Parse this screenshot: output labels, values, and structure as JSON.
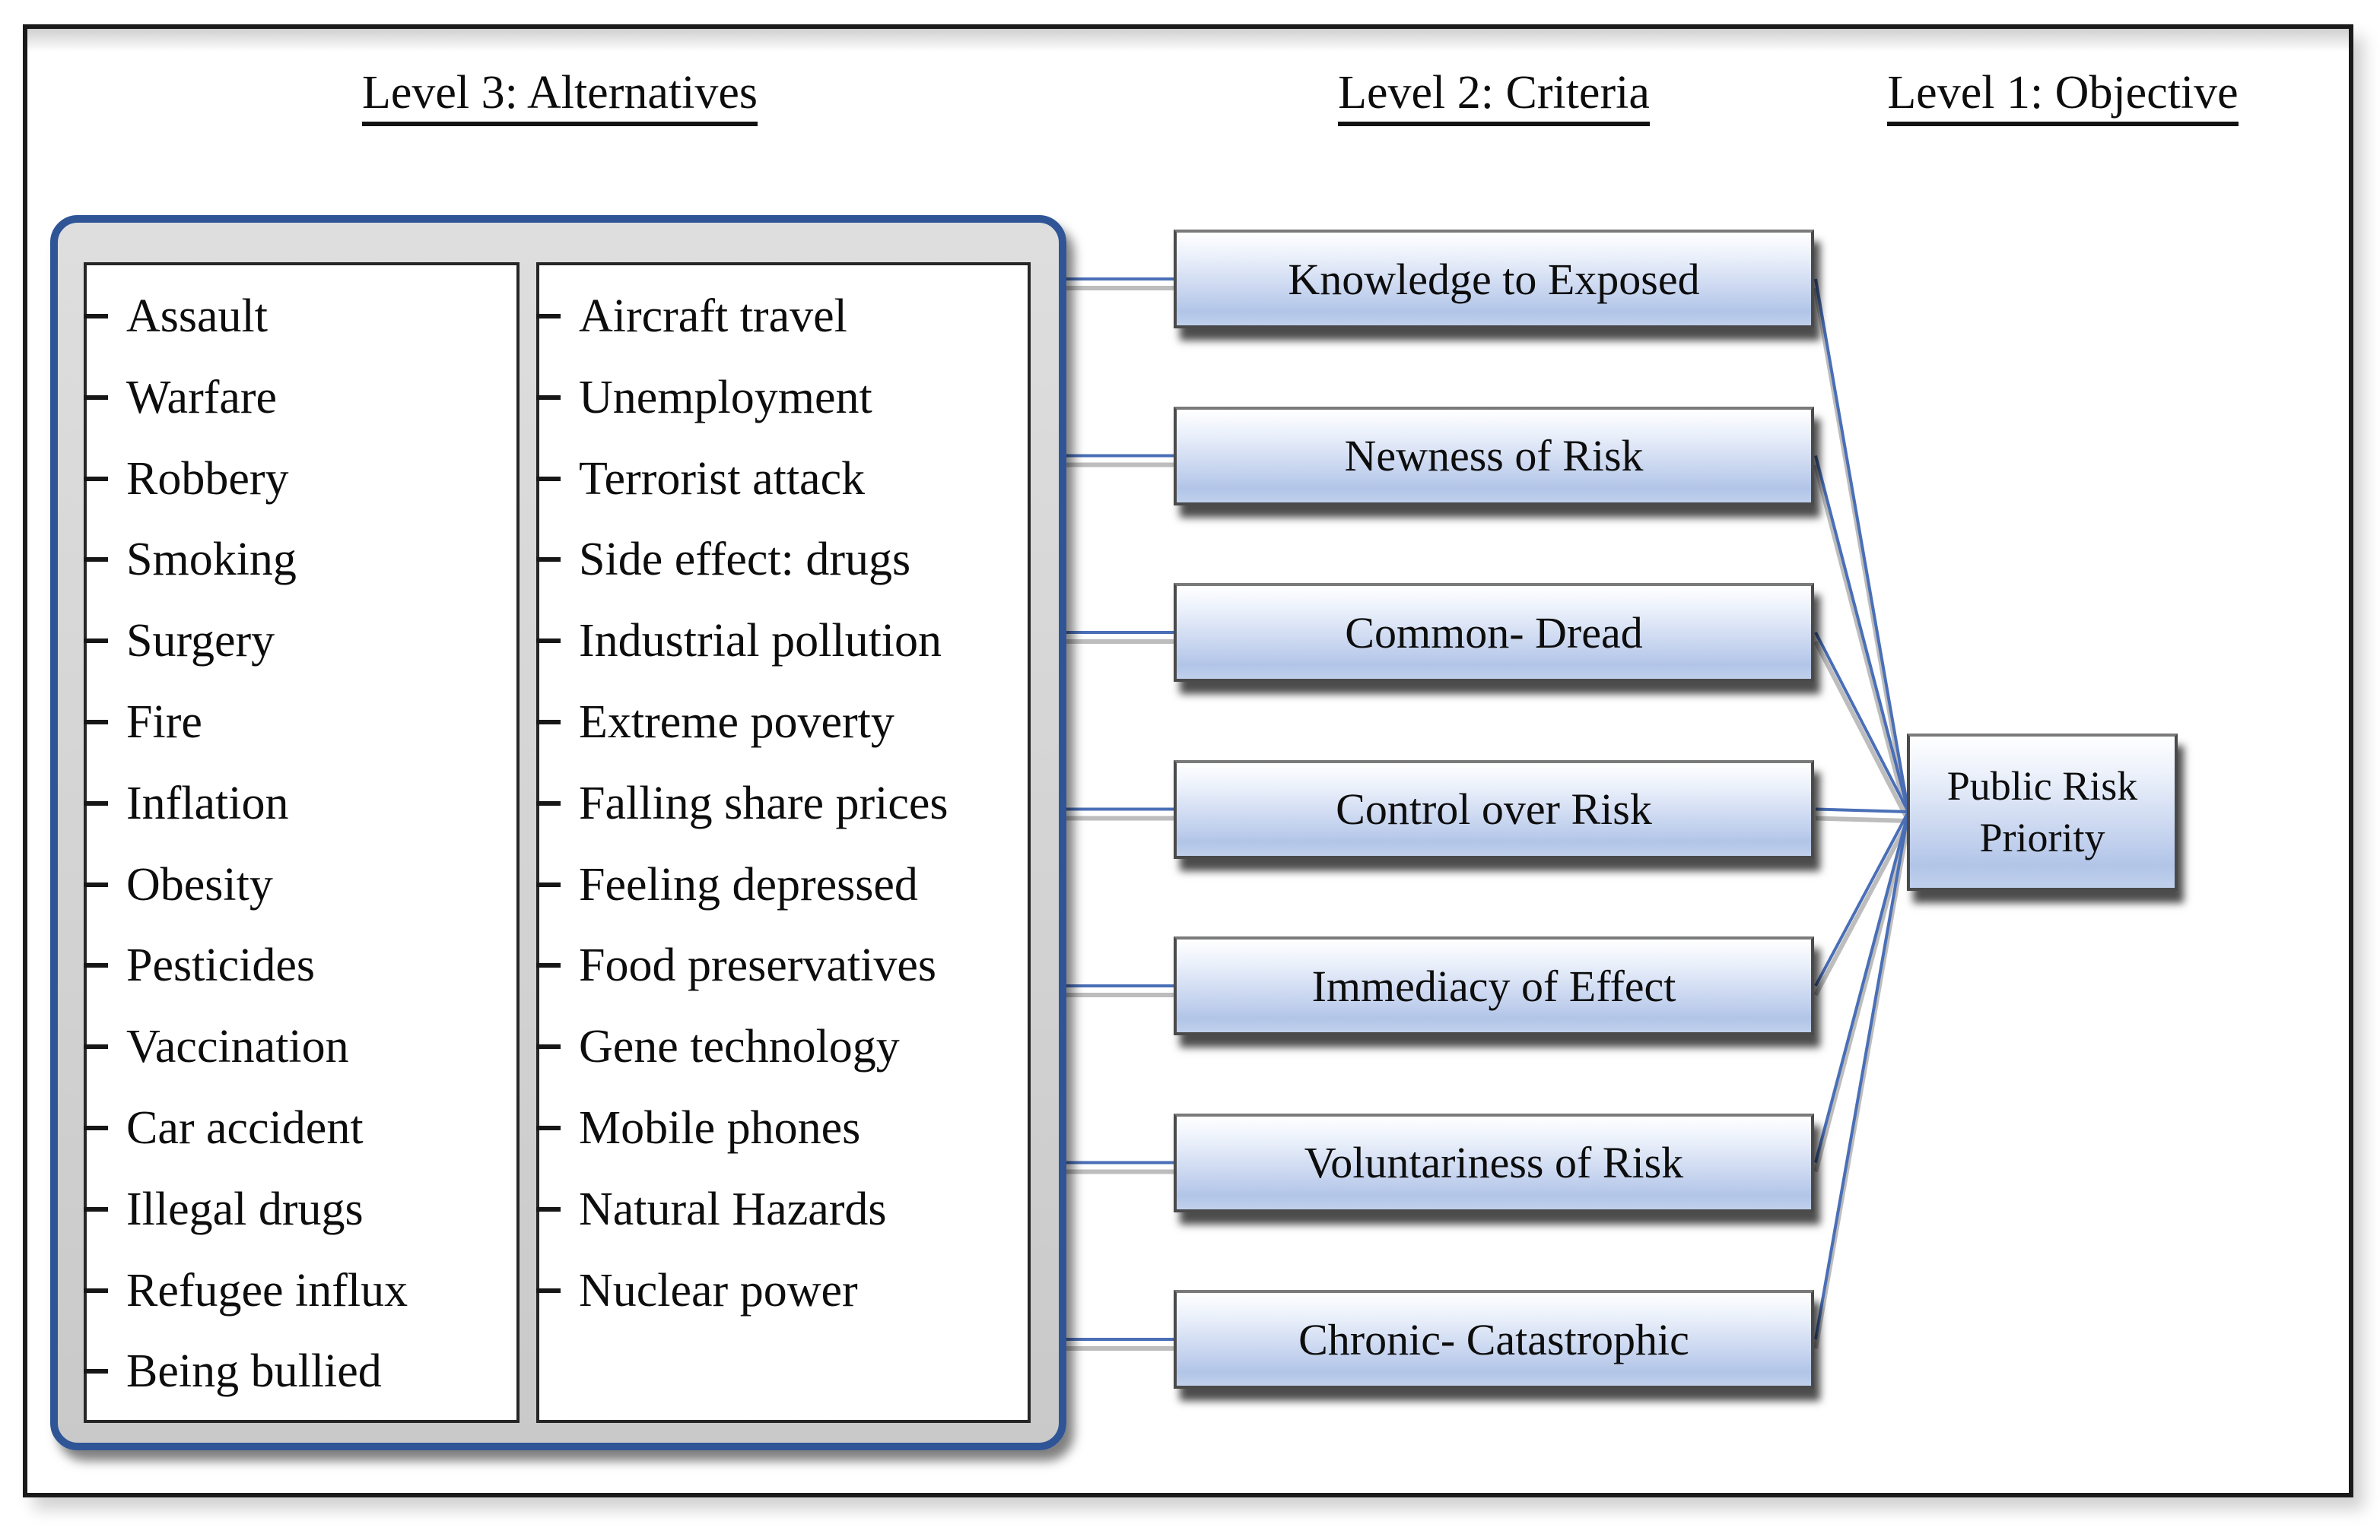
{
  "titles": {
    "level3": "Level 3: Alternatives",
    "level2": "Level 2: Criteria",
    "level1": "Level 1: Objective"
  },
  "alternatives": {
    "column1": [
      "Assault",
      "Warfare",
      "Robbery",
      "Smoking",
      "Surgery",
      "Fire",
      "Inflation",
      "Obesity",
      "Pesticides",
      "Vaccination",
      "Car accident",
      "Illegal drugs",
      "Refugee influx",
      "Being bullied"
    ],
    "column2": [
      "Aircraft travel",
      "Unemployment",
      "Terrorist attack",
      "Side effect: drugs",
      "Industrial pollution",
      "Extreme poverty",
      "Falling share prices",
      "Feeling depressed",
      "Food preservatives",
      "Gene technology",
      "Mobile phones",
      "Natural Hazards",
      "Nuclear power"
    ]
  },
  "criteria": [
    "Knowledge to Exposed",
    "Newness of Risk",
    "Common- Dread",
    "Control over Risk",
    "Immediacy of Effect",
    "Voluntariness of Risk",
    "Chronic- Catastrophic"
  ],
  "objective": "Public Risk Priority",
  "colors": {
    "connector": "#4a6fb7",
    "connector_shadow": "#bdbdbd",
    "container_border": "#2f5597",
    "box_border": "#4a4a4a",
    "box_gradient_top": "#ffffff",
    "box_gradient_bottom": "#b2c5e8",
    "frame_border": "#1a1a1a"
  }
}
